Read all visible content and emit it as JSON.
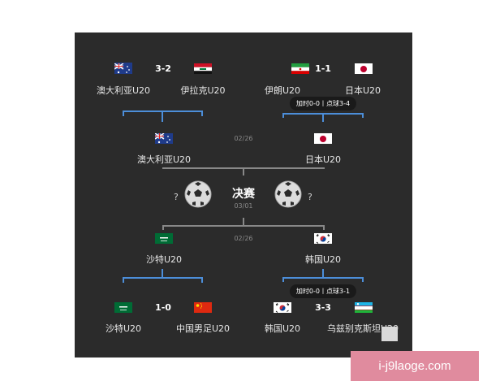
{
  "matches": {
    "top_left": {
      "home": "澳大利亚U20",
      "away": "伊拉克U20",
      "score": "3-2"
    },
    "top_right": {
      "home": "伊朗U20",
      "away": "日本U20",
      "score": "1-1",
      "note": "加时0-0丨点球3-4"
    },
    "bottom_left": {
      "home": "沙特U20",
      "away": "中国男足U20",
      "score": "1-0"
    },
    "bottom_right": {
      "home": "韩国U20",
      "away": "乌兹别克斯坦U20",
      "score": "3-3",
      "note": "加时0-0丨点球3-1"
    }
  },
  "semis": {
    "top": {
      "date": "02/26",
      "left": "澳大利亚U20",
      "right": "日本U20"
    },
    "bottom": {
      "date": "02/26",
      "left": "沙特U20",
      "right": "韩国U20"
    }
  },
  "final": {
    "title": "决赛",
    "date": "03/01",
    "left_team": "?",
    "right_team": "?"
  },
  "watermark": "i-j9laoge.com",
  "colors": {
    "panel": "#2b2b2b",
    "line": "#888888",
    "winner_line": "#4c8ed9",
    "watermark_bg": "#e08b9e"
  }
}
